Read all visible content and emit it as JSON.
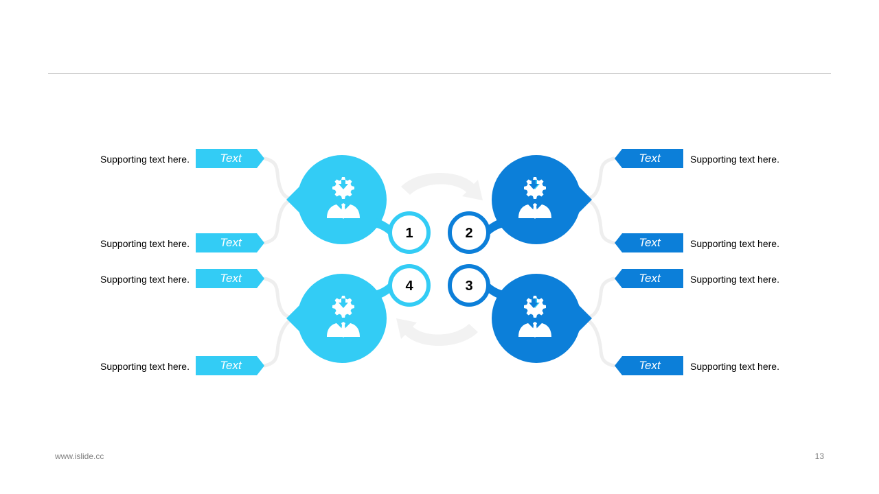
{
  "colors": {
    "light": "#33CCF5",
    "dark": "#0C7FD9",
    "connector": "#EEEEEE",
    "arrow": "#F2F2F2",
    "rule": "#B9B9B9"
  },
  "icons": {
    "person": "person-gear-icon"
  },
  "numbers": [
    "1",
    "2",
    "3",
    "4"
  ],
  "tags": {
    "tl_top": "Text",
    "tl_bottom": "Text",
    "tr_top": "Text",
    "tr_bottom": "Text",
    "bl_top": "Text",
    "bl_bottom": "Text",
    "br_top": "Text",
    "br_bottom": "Text"
  },
  "support": {
    "tl_top": "Supporting text here.",
    "tl_bottom": "Supporting text here.",
    "tr_top": "Supporting text here.",
    "tr_bottom": "Supporting text here.",
    "bl_top": "Supporting text here.",
    "bl_bottom": "Supporting text here.",
    "br_top": "Supporting text here.",
    "br_bottom": "Supporting text here."
  },
  "footer": {
    "url": "www.islide.cc",
    "page": "13"
  }
}
